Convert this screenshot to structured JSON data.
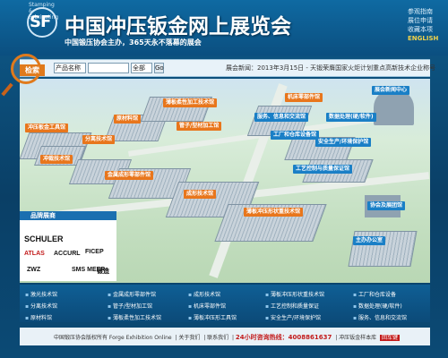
{
  "header": {
    "logo_text": "SF",
    "logo_arc": "Stamping & Fabricating",
    "title": "中国冲压钣金网上展览会",
    "subtitle": "中国锻压协会主办，365天永不落幕的展会"
  },
  "top_links": [
    "参观指南",
    "展位申请",
    "收藏本项",
    "ENGLISH"
  ],
  "search": {
    "label": "检索",
    "type_select": "产品名称",
    "scope_select": "全部",
    "button": "Go",
    "news_label": "展会新闻：",
    "news_text": "2013年3月15日 - 天锻荣膺国家火炬计划重点高新技术企业称号"
  },
  "halls": {
    "orange": [
      "薄板柔性加工技术馆",
      "机床零部件馆",
      "原材料馆",
      "管子/型材加工馆",
      "冲压板金工具馆",
      "分离技术馆",
      "冲裁技术馆",
      "金属成形零部件馆",
      "成形技术馆",
      "薄板冲压形状重技术馆"
    ],
    "blue": [
      "展会新闻中心",
      "服务、信息和交流馆",
      "数据处理(硬/软件)",
      "工厂和仓库设备馆",
      "安全生产/环境保护馆",
      "工艺控制与质量保证馆",
      "协会及展团馆",
      "主办办公室"
    ]
  },
  "brands": {
    "title": "品牌展商",
    "items": [
      "SCHULER",
      "ATLAS",
      "ACCURL",
      "FICEP",
      "ZWZ",
      "SMS MEER",
      "锻造"
    ]
  },
  "bottom_links": [
    "激光技术馆",
    "金属成形零部件馆",
    "成形技术馆",
    "薄板冲压形状重技术馆",
    "工厂和仓库设备",
    "分离技术馆",
    "管子/型材加工馆",
    "机床零部件馆",
    "工艺控制和质量保证",
    "数据处理(硬/软件)",
    "原材料馆",
    "薄板柔性加工技术馆",
    "薄板冲压形工具馆",
    "安全生产/环境保护馆",
    "服务、信息和交流馆"
  ],
  "footer": {
    "copyright": "中国锻压协会版权所有 Forge Exhibition Online",
    "about": "关于我们",
    "contact": "联系我们",
    "hotline_label": "24小时咨询热线：",
    "hotline": "4008861637",
    "sitemap": "冲压钣金样本库",
    "badge": "回车键"
  },
  "colors": {
    "orange_label": "#e8761c",
    "blue_label": "#1a7fc6",
    "page_bg": "#0d4f7a"
  }
}
